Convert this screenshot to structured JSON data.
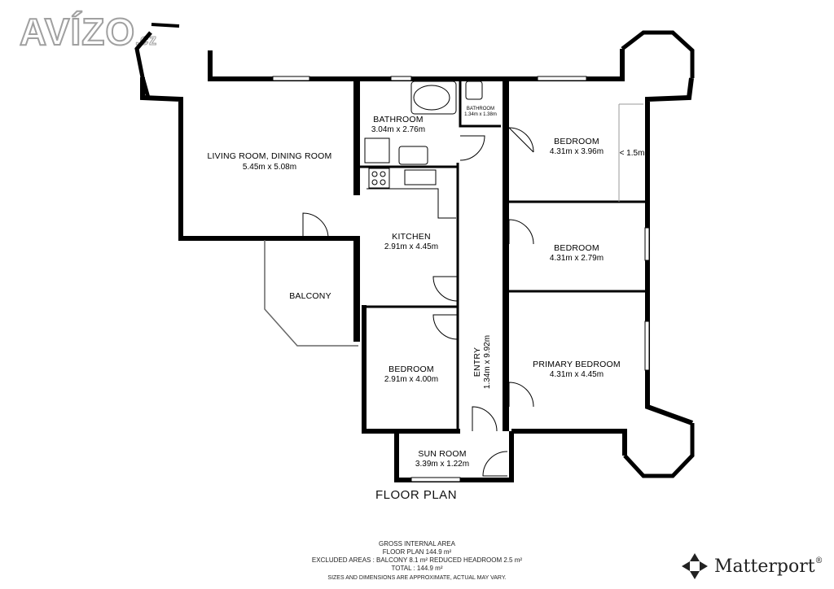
{
  "logo": {
    "text": "AVÍZO",
    "suffix": ".cz"
  },
  "rooms": {
    "living": {
      "name": "LIVING ROOM, DINING ROOM",
      "dims": "5.45m x 5.08m"
    },
    "bathroom": {
      "name": "BATHROOM",
      "dims": "3.04m x 2.76m"
    },
    "bathroom_small": {
      "name": "BATHROOM",
      "dims": "1.34m x 1.38m"
    },
    "bedroom_ne": {
      "name": "BEDROOM",
      "dims": "4.31m x 3.96m"
    },
    "bedroom_e": {
      "name": "BEDROOM",
      "dims": "4.31m x 2.79m"
    },
    "kitchen": {
      "name": "KITCHEN",
      "dims": "2.91m x 4.45m"
    },
    "balcony": {
      "name": "BALCONY"
    },
    "bedroom_s": {
      "name": "BEDROOM",
      "dims": "2.91m x 4.00m"
    },
    "entry": {
      "name": "ENTRY",
      "dims": "1.34m x 9.92m"
    },
    "primary": {
      "name": "PRIMARY BEDROOM",
      "dims": "4.31m x 4.45m"
    },
    "sunroom": {
      "name": "SUN ROOM",
      "dims": "3.39m x 1.22m"
    }
  },
  "headroom_mark": "< 1.5m",
  "plan_title": "FLOOR PLAN",
  "footer": {
    "line1": "GROSS INTERNAL AREA",
    "line2": "FLOOR PLAN 144.9 m²",
    "line3": "EXCLUDED AREAS :  BALCONY 8.1 m²   REDUCED HEADROOM 2.5 m²",
    "line4": "TOTAL :  144.9 m²",
    "line5": "SIZES AND DIMENSIONS ARE APPROXIMATE, ACTUAL MAY VARY."
  },
  "brand": {
    "name": "Matterport",
    "mark": "®"
  },
  "colors": {
    "wall": "#000000",
    "logo_outline": "#a0a0a0",
    "thin_line": "#888888"
  }
}
